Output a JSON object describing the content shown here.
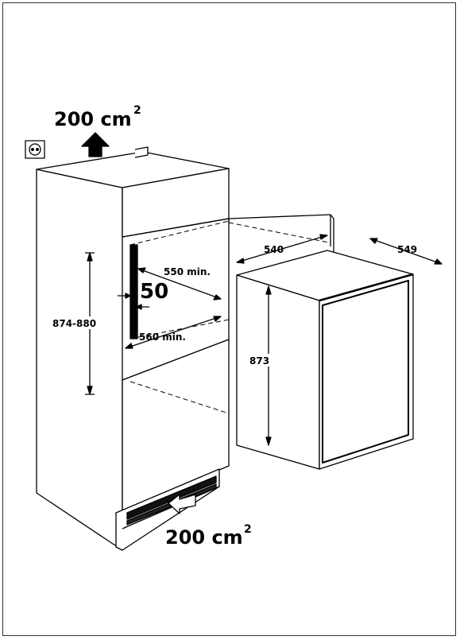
{
  "labels": {
    "vent_top": "200 cm",
    "vent_top_exp": "2",
    "vent_bottom": "200 cm",
    "vent_bottom_exp": "2",
    "niche_height": "874-880",
    "depth_min_top": "550 min.",
    "depth_min_bottom": "560 min.",
    "gap": "50",
    "appliance_depth": "540",
    "appliance_width": "549",
    "appliance_height": "873"
  }
}
